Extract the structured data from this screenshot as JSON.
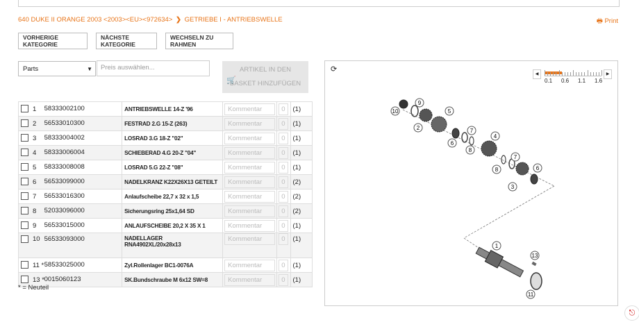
{
  "breadcrumb": {
    "model": "640 DUKE II ORANGE 2003 <2003><EU><972634>",
    "separator": "❯",
    "category": "GETRIEBE I - ANTRIEBSWELLE"
  },
  "print_label": "Print",
  "buttons": {
    "prev": "VORHERIGE KATEGORIE",
    "next": "NÄCHSTE KATEGORIE",
    "frame": "WECHSELN ZU RAHMEN"
  },
  "filter": {
    "type_value": "Parts",
    "price_placeholder": "Preis auswählen..."
  },
  "basket": {
    "line1": "ARTIKEL IN DEN",
    "line2": "BASKET HINZUFÜGEN"
  },
  "comment_placeholder": "Kommentar",
  "parts": [
    {
      "pos": "1",
      "number": "58333002100",
      "name": "ANTRIEBSWELLE 14-Z '96",
      "qty": "0",
      "count": "(1)"
    },
    {
      "pos": "2",
      "number": "56533010300",
      "name": "FESTRAD 2.G 15-Z (263)",
      "qty": "0",
      "count": "(1)"
    },
    {
      "pos": "3",
      "number": "58333004002",
      "name": "LOSRAD 3.G 18-Z \"02\"",
      "qty": "0",
      "count": "(1)"
    },
    {
      "pos": "4",
      "number": "58333006004",
      "name": "SCHIEBERAD 4.G 20-Z \"04\"",
      "qty": "0",
      "count": "(1)"
    },
    {
      "pos": "5",
      "number": "58333008008",
      "name": "LOSRAD 5.G 22-Z \"08\"",
      "qty": "0",
      "count": "(1)"
    },
    {
      "pos": "6",
      "number": "56533099000",
      "name": "NADELKRANZ K22X26X13 GETEILT",
      "qty": "0",
      "count": "(2)"
    },
    {
      "pos": "7",
      "number": "56533016300",
      "name": "Anlaufscheibe 22,7 x 32 x 1,5",
      "qty": "0",
      "count": "(2)"
    },
    {
      "pos": "8",
      "number": "52033096000",
      "name": "Sicherungsring 25x1,64 SD",
      "qty": "0",
      "count": "(2)"
    },
    {
      "pos": "9",
      "number": "56533015000",
      "name": "ANLAUFSCHEIBE 20,2 X 35 X 1",
      "qty": "0",
      "count": "(1)"
    },
    {
      "pos": "10",
      "number": "56533093000",
      "name": "NADELLAGER",
      "name2": "RNA4902XL/20x28x13",
      "qty": "0",
      "count": "(1)"
    },
    {
      "pos": "11 *",
      "number": "58533025000",
      "name": "Zyl.Rollenlager BC1-0076A",
      "qty": "0",
      "count": "(1)"
    },
    {
      "pos": "13 *",
      "number": "0015060123",
      "name": "SK.Bundschraube M 6x12 SW=8",
      "qty": "0",
      "count": "(1)"
    }
  ],
  "footnote": "* = Neuteil",
  "zoom": {
    "labels": [
      "0.1",
      "0.6",
      "1.1",
      "1.6"
    ],
    "level": 0.3
  },
  "diagram_callouts": [
    "10",
    "9",
    "2",
    "5",
    "6",
    "7",
    "8",
    "4",
    "7",
    "8",
    "3",
    "6",
    "1",
    "13",
    "11"
  ],
  "accent_color": "#e8751a"
}
